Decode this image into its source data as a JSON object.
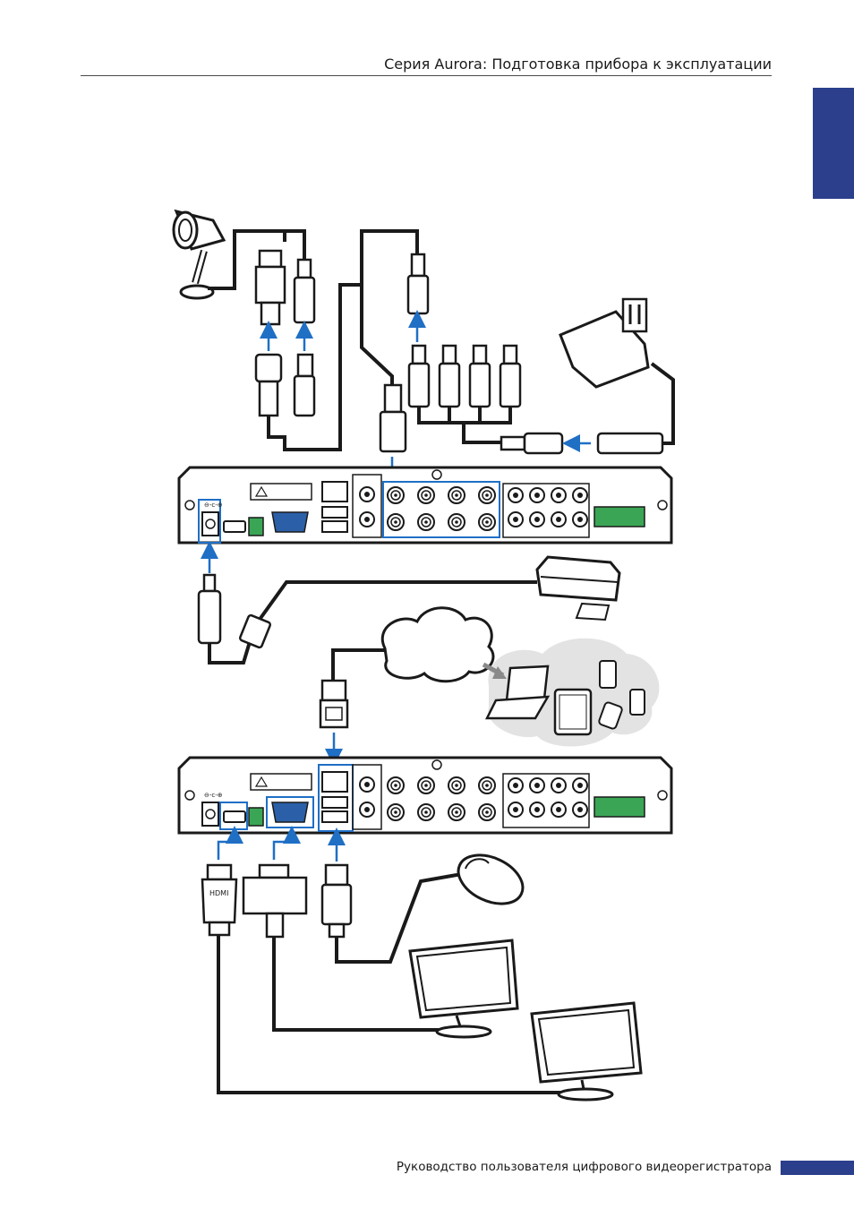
{
  "header": {
    "title": "Серия Aurora: Подготовка прибора к эксплуатации"
  },
  "footer": {
    "title": "Руководство пользователя цифрового видеорегистратора"
  },
  "colors": {
    "accent": "#2b3f8c",
    "arrow": "#1f6fc5",
    "terminal": "#3aa655",
    "line": "#1a1a1a"
  },
  "dvr_labels": {
    "power": "⊖-c-⊕",
    "hdmi": "HDMI"
  }
}
